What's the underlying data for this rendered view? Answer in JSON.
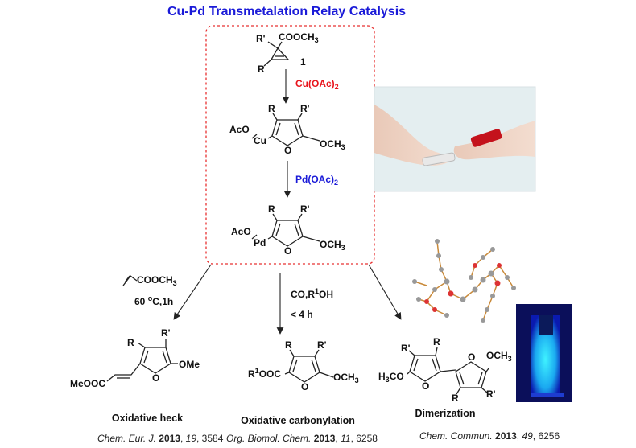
{
  "title": "Cu-Pd Transmetalation Relay Catalysis",
  "colors": {
    "title": "#1a1ad8",
    "copper": "#e8141c",
    "palladium": "#1a1ad8",
    "box_border": "#e83030"
  },
  "start": {
    "r_prime": "R'",
    "r": "R",
    "ester": "COOCH",
    "ester_sub": "3",
    "compound_number": "1"
  },
  "step1": {
    "reagent": "Cu(OAc)",
    "reagent_sub": "2"
  },
  "cu_intermediate": {
    "r": "R",
    "r_prime": "R'",
    "aco": "AcO",
    "metal": "Cu",
    "o": "O",
    "och": "OCH",
    "och_sub": "3"
  },
  "step2": {
    "reagent": "Pd(OAc)",
    "reagent_sub": "2"
  },
  "pd_intermediate": {
    "r": "R",
    "r_prime": "R'",
    "aco": "AcO",
    "metal": "Pd",
    "o": "O",
    "och": "OCH",
    "och_sub": "3"
  },
  "branch_heck": {
    "reagent": "COOCH",
    "reagent_sub": "3",
    "conditions": "60 ",
    "conditions_sup": "o",
    "conditions_rest": "C,1h",
    "product": {
      "r": "R",
      "r_prime": "R'",
      "ome": "OMe",
      "o": "O",
      "ester": "MeOOC"
    },
    "label": "Oxidative heck",
    "ref": {
      "journal": "Chem. Eur. J.",
      "year": "2013",
      "volume": "19",
      "page": "3584"
    }
  },
  "branch_carbonylation": {
    "reagent": "CO,R",
    "reagent_sup": "1",
    "reagent_rest": "OH",
    "conditions": "< 4 h",
    "product": {
      "r": "R",
      "r_prime": "R'",
      "ester": "R",
      "ester_sup": "1",
      "ester_rest": "OOC",
      "o": "O",
      "och": "OCH",
      "och_sub": "3"
    },
    "label": "Oxidative carbonylation",
    "ref": {
      "journal": "Org. Biomol. Chem.",
      "year": "2013",
      "volume": "11",
      "page": "6258"
    }
  },
  "branch_dimer": {
    "product": {
      "r1": "R'",
      "r2": "R",
      "och": "OCH",
      "och_sub": "3",
      "h3co_h": "H",
      "h3co_sub": "3",
      "h3co_rest": "CO",
      "o1": "O",
      "o2": "O",
      "r3": "R",
      "r4": "R'"
    },
    "label": "Dimerization",
    "ref": {
      "journal": "Chem. Commun.",
      "year": "2013",
      "volume": "49",
      "page": "6256"
    }
  }
}
